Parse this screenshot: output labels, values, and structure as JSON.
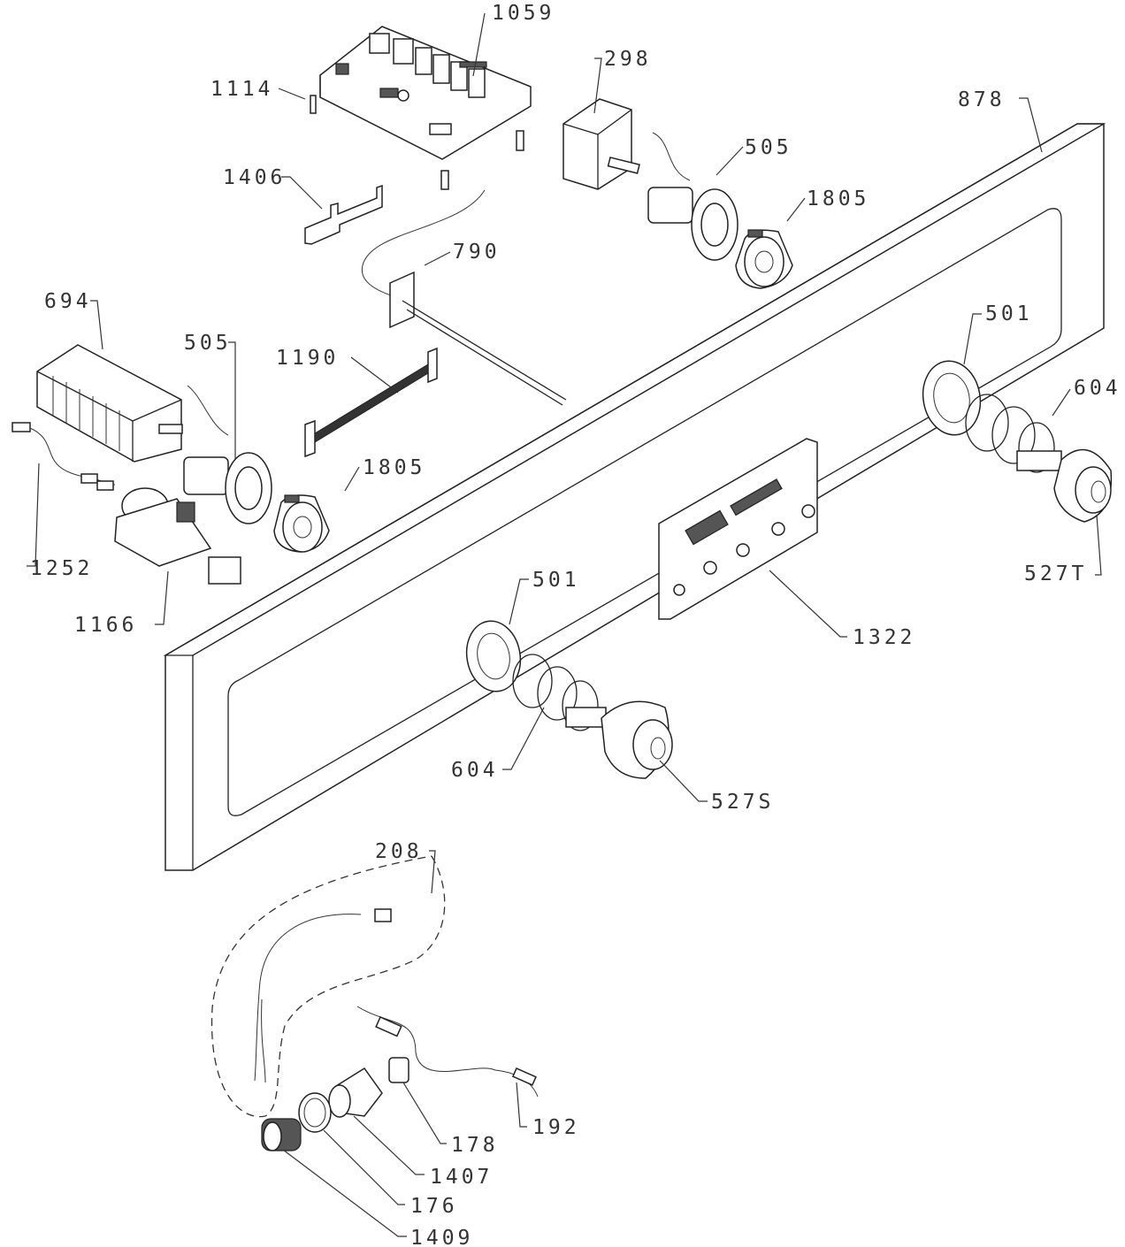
{
  "diagram": {
    "part_labels": {
      "p1059": "1059",
      "p1114": "1114",
      "p298": "298",
      "p878": "878",
      "p505a": "505",
      "p1406": "1406",
      "p1805a": "1805",
      "p790": "790",
      "p694": "694",
      "p505b": "505",
      "p1190": "1190",
      "p501a": "501",
      "p604a": "604",
      "p1805b": "1805",
      "p1252": "1252",
      "p1166": "1166",
      "p501b": "501",
      "p527T": "527T",
      "p1322": "1322",
      "p604b": "604",
      "p527S": "527S",
      "p208": "208",
      "p192": "192",
      "p178": "178",
      "p1407": "1407",
      "p176": "176",
      "p1409": "1409"
    },
    "colors": {
      "ink": "#222222",
      "background": "#ffffff",
      "dark_fill": "#555555"
    }
  }
}
